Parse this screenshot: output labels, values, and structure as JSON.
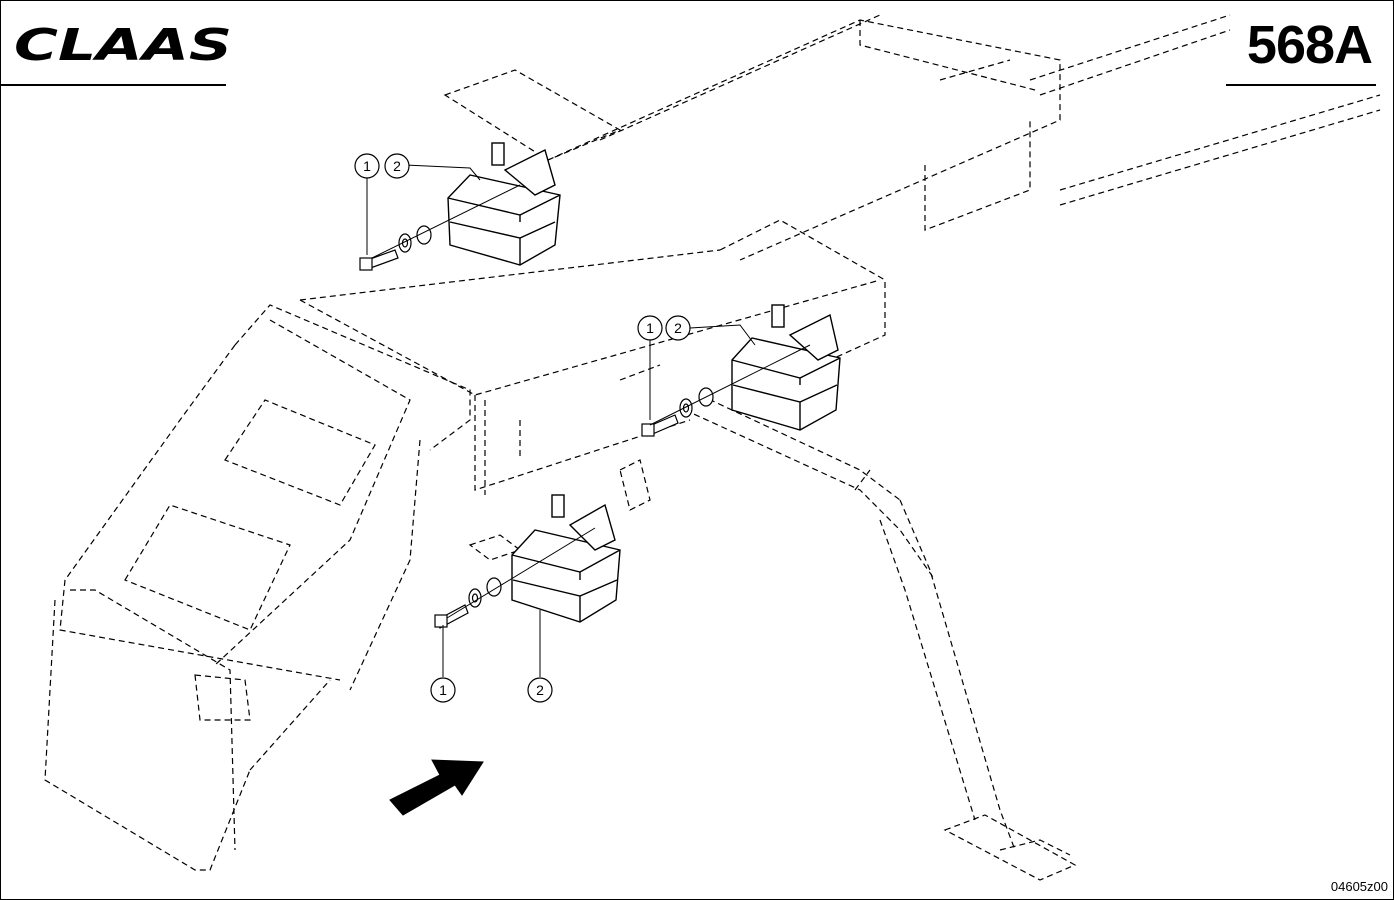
{
  "header": {
    "brand": "CLAAS",
    "page_number": "568A"
  },
  "footer": {
    "drawing_code": "04605z00"
  },
  "callouts": [
    "1",
    "2",
    "1",
    "2",
    "1",
    "2"
  ],
  "colors": {
    "ink": "#000000",
    "paper": "#ffffff"
  },
  "icons": [
    "direction-arrow-icon"
  ]
}
